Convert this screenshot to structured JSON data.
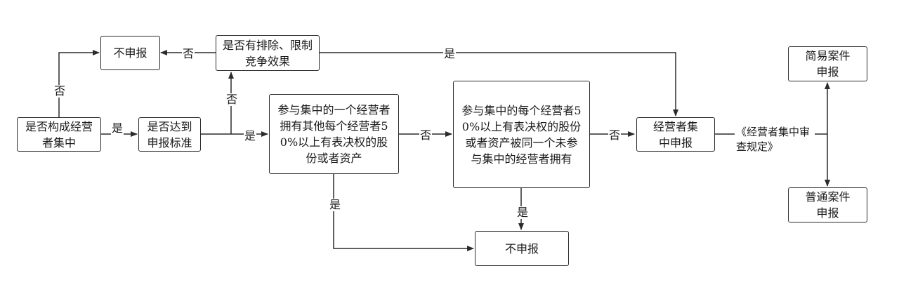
{
  "nodes": {
    "start": "是否构成经营者集中",
    "threshold": "是否达到申报标准",
    "compete": "是否有排除、限制竞争效果",
    "no_report_top": "不申报",
    "control_one": "参与集中的一个经营者拥有其他每个经营者50%以上有表决权的股份或者资产",
    "control_third": "参与集中的每个经营者50%以上有表决权的股份或者资产被同一个未参与集中的经营者拥有",
    "no_report_bottom": "不申报",
    "declare": "经营者集中申报",
    "simple_case": "简易案件申报",
    "normal_case": "普通案件申报"
  },
  "regulation_note": "《经营者集中审查规定》",
  "edge_labels": {
    "start_yes": "是",
    "start_no": "否",
    "threshold_yes": "是",
    "threshold_no": "否",
    "compete_no": "否",
    "compete_yes": "是",
    "control_one_no": "否",
    "control_one_yes": "是",
    "control_third_no": "否",
    "control_third_yes": "是"
  }
}
